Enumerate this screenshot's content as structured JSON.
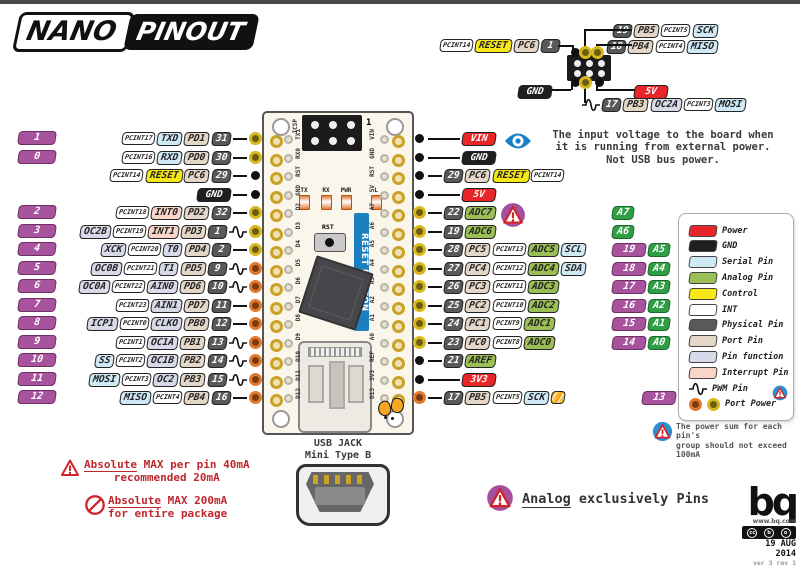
{
  "logo": {
    "nano": "NANO",
    "pinout": "PINOUT"
  },
  "colors": {
    "power": "#e8262a",
    "gnd": "#1f1f1f",
    "serial": "#cfe9f7",
    "analog": "#9abf55",
    "control": "#f7e917",
    "int": "#ffffff",
    "physical": "#58595b",
    "port": "#e5d7c8",
    "function": "#d8daea",
    "interrupt": "#f8d5c8",
    "digital_num": "#a8539e",
    "analog_label": "#2f9e44",
    "ribbon_blue": "#1c7fc0",
    "warn_purple": "#a4509f",
    "warn_blue": "#2b8fd0"
  },
  "left_rows": [
    {
      "num": "1",
      "badges": [
        [
          "PCINT17",
          "int"
        ],
        [
          "TXD",
          "serial"
        ],
        [
          "PD1",
          "port"
        ],
        [
          "31",
          "phys"
        ]
      ],
      "pwm": false,
      "dot": "y"
    },
    {
      "num": "0",
      "badges": [
        [
          "PCINT16",
          "int"
        ],
        [
          "RXD",
          "serial"
        ],
        [
          "PD0",
          "port"
        ],
        [
          "30",
          "phys"
        ]
      ],
      "pwm": false,
      "dot": "y"
    },
    {
      "num": null,
      "badges": [
        [
          "PCINT14",
          "int"
        ],
        [
          "RESET",
          "control"
        ],
        [
          "PC6",
          "port"
        ],
        [
          "29",
          "phys"
        ]
      ],
      "pwm": false,
      "dot": "k"
    },
    {
      "num": null,
      "badges": [
        [
          "GND",
          "gnd"
        ]
      ],
      "pwm": false,
      "dot": "k"
    },
    {
      "num": "2",
      "badges": [
        [
          "PCINT18",
          "int"
        ],
        [
          "INT0",
          "intpin"
        ],
        [
          "PD2",
          "port"
        ],
        [
          "32",
          "phys"
        ]
      ],
      "pwm": false,
      "dot": "y"
    },
    {
      "num": "3",
      "badges": [
        [
          "OC2B",
          "func"
        ],
        [
          "PCINT19",
          "int"
        ],
        [
          "INT1",
          "intpin"
        ],
        [
          "PD3",
          "port"
        ],
        [
          "1",
          "phys"
        ]
      ],
      "pwm": true,
      "dot": "y"
    },
    {
      "num": "4",
      "badges": [
        [
          "XCK",
          "func"
        ],
        [
          "PCINT20",
          "int"
        ],
        [
          "T0",
          "func"
        ],
        [
          "PD4",
          "port"
        ],
        [
          "2",
          "phys"
        ]
      ],
      "pwm": false,
      "dot": "y"
    },
    {
      "num": "5",
      "badges": [
        [
          "OC0B",
          "func"
        ],
        [
          "PCINT21",
          "int"
        ],
        [
          "T1",
          "func"
        ],
        [
          "PD5",
          "port"
        ],
        [
          "9",
          "phys"
        ]
      ],
      "pwm": true,
      "dot": "o"
    },
    {
      "num": "6",
      "badges": [
        [
          "OC0A",
          "func"
        ],
        [
          "PCINT22",
          "int"
        ],
        [
          "AIN0",
          "func"
        ],
        [
          "PD6",
          "port"
        ],
        [
          "10",
          "phys"
        ]
      ],
      "pwm": true,
      "dot": "o"
    },
    {
      "num": "7",
      "badges": [
        [
          "PCINT23",
          "int"
        ],
        [
          "AIN1",
          "func"
        ],
        [
          "PD7",
          "port"
        ],
        [
          "11",
          "phys"
        ]
      ],
      "pwm": false,
      "dot": "o"
    },
    {
      "num": "8",
      "badges": [
        [
          "ICP1",
          "func"
        ],
        [
          "PCINT0",
          "int"
        ],
        [
          "CLKO",
          "func"
        ],
        [
          "PB0",
          "port"
        ],
        [
          "12",
          "phys"
        ]
      ],
      "pwm": false,
      "dot": "o"
    },
    {
      "num": "9",
      "badges": [
        [
          "PCINT1",
          "int"
        ],
        [
          "OC1A",
          "func"
        ],
        [
          "PB1",
          "port"
        ],
        [
          "13",
          "phys"
        ]
      ],
      "pwm": true,
      "dot": "o"
    },
    {
      "num": "10",
      "badges": [
        [
          "SS",
          "serial"
        ],
        [
          "PCINT2",
          "int"
        ],
        [
          "OC1B",
          "func"
        ],
        [
          "PB2",
          "port"
        ],
        [
          "14",
          "phys"
        ]
      ],
      "pwm": true,
      "dot": "o"
    },
    {
      "num": "11",
      "badges": [
        [
          "MOSI",
          "serial"
        ],
        [
          "PCINT3",
          "int"
        ],
        [
          "OC2",
          "func"
        ],
        [
          "PB3",
          "port"
        ],
        [
          "15",
          "phys"
        ]
      ],
      "pwm": true,
      "dot": "o"
    },
    {
      "num": "12",
      "badges": [
        [
          "MISO",
          "serial"
        ],
        [
          "PCINT4",
          "int"
        ],
        [
          "PB4",
          "port"
        ],
        [
          "16",
          "phys"
        ]
      ],
      "pwm": false,
      "dot": "o"
    }
  ],
  "right_rows": [
    {
      "badges": [
        [
          "VIN",
          "power"
        ]
      ],
      "dot": "k",
      "long": true,
      "a": null
    },
    {
      "badges": [
        [
          "GND",
          "gnd"
        ]
      ],
      "dot": "k",
      "long": true,
      "a": null
    },
    {
      "badges": [
        [
          "29",
          "phys"
        ],
        [
          "PC6",
          "port"
        ],
        [
          "RESET",
          "control"
        ],
        [
          "PCINT14",
          "int"
        ]
      ],
      "dot": "k",
      "long": false,
      "a": null
    },
    {
      "badges": [
        [
          "5V",
          "power"
        ]
      ],
      "dot": "k",
      "long": true,
      "a": null
    },
    {
      "badges": [
        [
          "22",
          "phys"
        ],
        [
          "ADC7",
          "analog"
        ]
      ],
      "dot": "y",
      "long": false,
      "a": [
        null,
        "A7"
      ],
      "warn": true
    },
    {
      "badges": [
        [
          "19",
          "phys"
        ],
        [
          "ADC6",
          "analog"
        ]
      ],
      "dot": "y",
      "long": false,
      "a": [
        null,
        "A6"
      ]
    },
    {
      "badges": [
        [
          "28",
          "phys"
        ],
        [
          "PC5",
          "port"
        ],
        [
          "PCINT13",
          "int"
        ],
        [
          "ADC5",
          "analog"
        ],
        [
          "SCL",
          "serial"
        ]
      ],
      "dot": "y",
      "long": false,
      "a": [
        "19",
        "A5"
      ]
    },
    {
      "badges": [
        [
          "27",
          "phys"
        ],
        [
          "PC4",
          "port"
        ],
        [
          "PCINT12",
          "int"
        ],
        [
          "ADC4",
          "analog"
        ],
        [
          "SDA",
          "serial"
        ]
      ],
      "dot": "y",
      "long": false,
      "a": [
        "18",
        "A4"
      ]
    },
    {
      "badges": [
        [
          "26",
          "phys"
        ],
        [
          "PC3",
          "port"
        ],
        [
          "PCINT11",
          "int"
        ],
        [
          "ADC3",
          "analog"
        ]
      ],
      "dot": "y",
      "long": false,
      "a": [
        "17",
        "A3"
      ]
    },
    {
      "badges": [
        [
          "25",
          "phys"
        ],
        [
          "PC2",
          "port"
        ],
        [
          "PCINT10",
          "int"
        ],
        [
          "ADC2",
          "analog"
        ]
      ],
      "dot": "y",
      "long": false,
      "a": [
        "16",
        "A2"
      ]
    },
    {
      "badges": [
        [
          "24",
          "phys"
        ],
        [
          "PC1",
          "port"
        ],
        [
          "PCINT9",
          "int"
        ],
        [
          "ADC1",
          "analog"
        ]
      ],
      "dot": "y",
      "long": false,
      "a": [
        "15",
        "A1"
      ]
    },
    {
      "badges": [
        [
          "23",
          "phys"
        ],
        [
          "PC0",
          "port"
        ],
        [
          "PCINT8",
          "int"
        ],
        [
          "ADC0",
          "analog"
        ]
      ],
      "dot": "y",
      "long": false,
      "a": [
        "14",
        "A0"
      ]
    },
    {
      "badges": [
        [
          "21",
          "phys"
        ],
        [
          "AREF",
          "analog"
        ]
      ],
      "dot": "k",
      "long": false,
      "a": null
    },
    {
      "badges": [
        [
          "3V3",
          "power"
        ]
      ],
      "dot": "k",
      "long": true,
      "a": null
    },
    {
      "badges": [
        [
          "17",
          "phys"
        ],
        [
          "PB5",
          "port"
        ],
        [
          "PCINT5",
          "int"
        ],
        [
          "SCK",
          "serial"
        ],
        [
          "",
          "led"
        ]
      ],
      "dot": "o",
      "long": false,
      "a": [
        "13",
        null
      ]
    }
  ],
  "icsp": {
    "reset_row": [
      [
        "PCINT14",
        "int"
      ],
      [
        "RESET",
        "control"
      ],
      [
        "PC6",
        "port"
      ],
      [
        "1",
        "phys"
      ]
    ],
    "sck_row": [
      [
        "19",
        "phys"
      ],
      [
        "PB5",
        "port"
      ],
      [
        "PCINT5",
        "int"
      ],
      [
        "SCK",
        "serial"
      ]
    ],
    "miso_row": [
      [
        "18",
        "phys"
      ],
      [
        "PB4",
        "port"
      ],
      [
        "PCINT4",
        "int"
      ],
      [
        "MISO",
        "serial"
      ]
    ],
    "gnd_row": [
      [
        "GND",
        "gnd"
      ]
    ],
    "v5_row": [
      [
        "5V",
        "power"
      ]
    ],
    "mosi_row": [
      [
        "17",
        "phys"
      ],
      [
        "PB3",
        "port"
      ],
      [
        "OC2A",
        "func"
      ],
      [
        "PCINT3",
        "int"
      ],
      [
        "MOSI",
        "serial"
      ]
    ]
  },
  "board": {
    "left_labels": [
      "TX1",
      "RX0",
      "RST",
      "GND",
      "D2",
      "D3",
      "D4",
      "D5",
      "D6",
      "D7",
      "D8",
      "D9",
      "D10",
      "D11",
      "D12"
    ],
    "right_labels": [
      "VIN",
      "GND",
      "RST",
      "5V",
      "A7",
      "A6",
      "A5",
      "A4",
      "A3",
      "A2",
      "A1",
      "A0",
      "REF",
      "3V3",
      "D13"
    ],
    "leds": [
      "TX",
      "RX",
      "PWR",
      "L"
    ],
    "rst": "RST",
    "reset_button": "RESET BUTTON",
    "icsp": "ICSP",
    "pin1": "1"
  },
  "legend": {
    "items": [
      {
        "label": "Power",
        "kind": "power"
      },
      {
        "label": "GND",
        "kind": "gnd"
      },
      {
        "label": "Serial Pin",
        "kind": "serial"
      },
      {
        "label": "Analog Pin",
        "kind": "analog"
      },
      {
        "label": "Control",
        "kind": "control"
      },
      {
        "label": "INT",
        "kind": "int"
      },
      {
        "label": "Physical Pin",
        "kind": "phys"
      },
      {
        "label": "Port Pin",
        "kind": "port"
      },
      {
        "label": "Pin function",
        "kind": "func"
      },
      {
        "label": "Interrupt Pin",
        "kind": "intpin"
      },
      {
        "label": "PWM Pin",
        "kind": "pwm"
      },
      {
        "label": "Port Power",
        "kind": "portpower"
      }
    ]
  },
  "notes": {
    "vin": [
      "The input voltage to the board when",
      "it is running from external power.",
      "Not USB bus power."
    ],
    "max_pin": {
      "lead": "Absolute",
      "rest": " MAX per pin 40mA",
      "line2": "recommended 20mA"
    },
    "max_pkg": {
      "lead": "Absolute",
      "rest": " MAX 200mA",
      "line2": "for entire package"
    },
    "usb": [
      "USB JACK",
      "Mini Type B"
    ],
    "power_sum": [
      "The power sum for each pin's",
      "group should not exceed 100mA"
    ],
    "analog": {
      "lead": "Analog",
      "rest": " exclusively Pins"
    }
  },
  "bq": {
    "name": "bq",
    "url": "www.bq.com",
    "date": "19 AUG 2014",
    "ver": "ver 3 rev 1"
  }
}
